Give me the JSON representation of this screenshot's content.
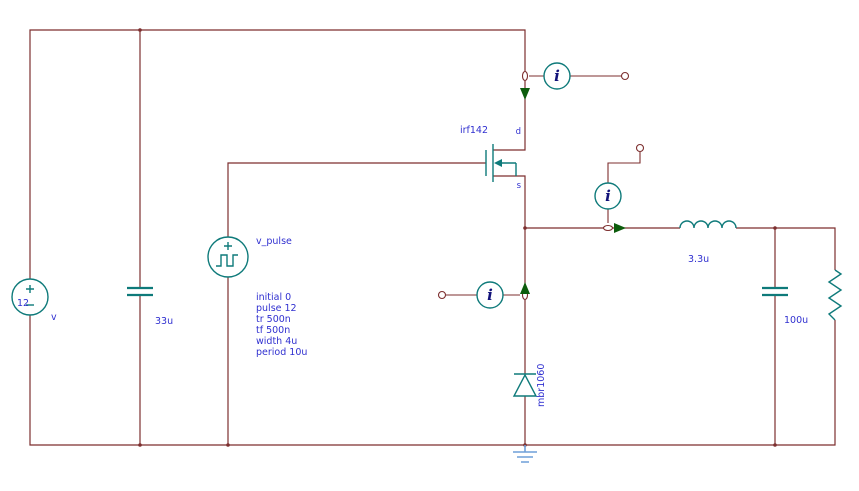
{
  "colors": {
    "canvas_bg": "#ffffff",
    "wire": "#7d2f2f",
    "component": "#0e7a7a",
    "label": "#3030d0",
    "arrow": "#0c5c0c",
    "probe_letter": "#12127a",
    "ground": "#6f9fd8"
  },
  "schematic": {
    "dc_source": {
      "value": "12",
      "name": "v"
    },
    "input_capacitor": {
      "value": "33u"
    },
    "pulse_source": {
      "name": "v_pulse",
      "params": [
        "initial 0",
        "pulse 12",
        "tr 500n",
        "tf 500n",
        "width 4u",
        "period 10u"
      ]
    },
    "mosfet": {
      "name": "irf142",
      "drain_pin": "d",
      "source_pin": "s"
    },
    "inductor": {
      "value": "3.3u"
    },
    "output_capacitor": {
      "value": "100u"
    },
    "diode": {
      "name": "mbr1060"
    },
    "current_probe_label": "i"
  }
}
